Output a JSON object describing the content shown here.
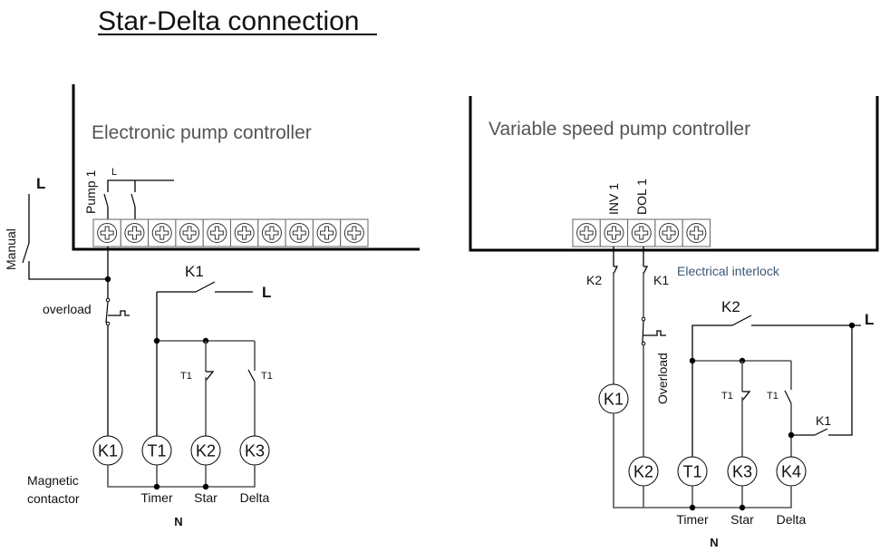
{
  "title": "Star-Delta connection",
  "left_panel": {
    "controller_label": "Electronic pump controller",
    "pump_label": "Pump 1",
    "internal_line_label": "L",
    "terminal_count": 10,
    "supply_label": "L",
    "manual_label": "Manual",
    "overload_label": "overload",
    "k1_contact_label": "K1",
    "k1_supply_label": "L",
    "t1_nc_label": "T1",
    "t1_no_label": "T1",
    "coils": [
      "K1",
      "T1",
      "K2",
      "K3"
    ],
    "magnetic_contactor_label": [
      "Magnetic",
      "contactor"
    ],
    "bottom_labels": [
      "Timer",
      "Star",
      "Delta"
    ],
    "neutral_label": "N"
  },
  "right_panel": {
    "controller_label": "Variable speed pump controller",
    "terminal_labels": [
      "INV 1",
      "DOL 1"
    ],
    "terminal_count": 5,
    "k2_interlock_label": "K2",
    "k1_interlock_label": "K1",
    "interlock_label": "Electrical interlock",
    "overload_label": "Overload",
    "k2_contact_label": "K2",
    "supply_label": "L",
    "t1_nc_label": "T1",
    "t1_no_label": "T1",
    "k1_contact_label": "K1",
    "coils": [
      "K1",
      "K2",
      "T1",
      "K3",
      "K4"
    ],
    "bottom_labels": [
      "Timer",
      "Star",
      "Delta"
    ],
    "neutral_label": "N",
    "interlock_color": "#3b5777"
  }
}
